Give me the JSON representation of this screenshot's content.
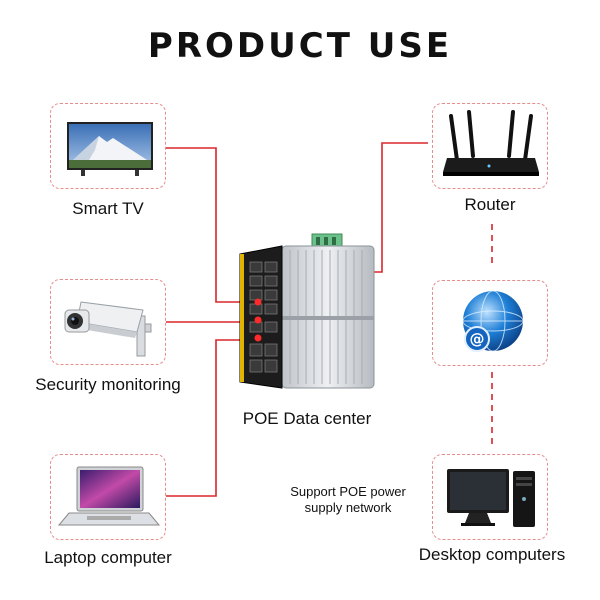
{
  "title": "PRODUCT USE",
  "devices": {
    "smart_tv": "Smart TV",
    "security": "Security monitoring",
    "laptop": "Laptop computer",
    "router": "Router",
    "network": "",
    "desktop": "Desktop computers"
  },
  "center_label": "POE Data center",
  "note": {
    "line1": "Support POE power",
    "line2": "supply network"
  },
  "colors": {
    "wire": "#d9262c",
    "dashed_border": "#e58c8c"
  }
}
